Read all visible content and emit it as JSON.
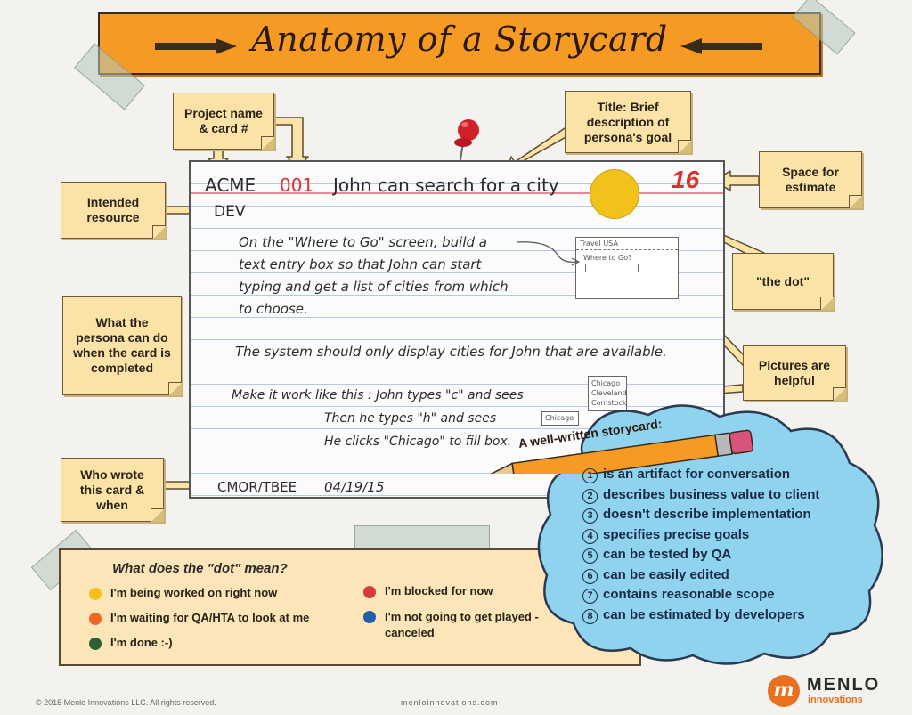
{
  "banner": {
    "title": "Anatomy of a Storycard"
  },
  "notes": {
    "project": "Project name & card #",
    "title": "Title: Brief description of persona's goal",
    "estimate_space": "Space for estimate",
    "resource": "Intended resource",
    "dot": "\"the dot\"",
    "persona": "What the persona can do when the card is completed",
    "pictures": "Pictures are helpful",
    "who": "Who wrote this card & when"
  },
  "card": {
    "project": "ACME",
    "number": "001",
    "title": "John can search for a city",
    "estimate": "16",
    "resource": "DEV",
    "body_lines": [
      "On the \"Where to Go\" screen, build a",
      "text entry box so that John can start",
      "typing and get a list of cities from which",
      "to choose."
    ],
    "line2": "The system should only display cities for John that are available.",
    "line3": "Make it work like this : John types \"c\" and sees",
    "line4": "Then he types \"h\" and sees",
    "line5": "He clicks \"Chicago\" to fill box.",
    "author": "CMOR/TBEE",
    "date": "04/19/15",
    "sketch1": {
      "title": "Travel USA",
      "label": "Where to Go?"
    },
    "sketch2": {
      "items": [
        "Chicago",
        "Cleveland",
        "Comstock"
      ]
    },
    "sketch3": {
      "item": "Chicago"
    }
  },
  "legend": {
    "title": "What does the \"dot\" mean?",
    "items": [
      {
        "label": "I'm being worked on right now",
        "color": "#f2c21b"
      },
      {
        "label": "I'm waiting for QA/HTA to look at me",
        "color": "#ee6a22"
      },
      {
        "label": "I'm done :-)",
        "color": "#2e5e36"
      },
      {
        "label": "I'm blocked for now",
        "color": "#d63a3a"
      },
      {
        "label": "I'm not going to get played - canceled",
        "color": "#2060a8"
      }
    ]
  },
  "cloud": {
    "pencil_label": "A well-written storycard:",
    "items": [
      {
        "n": "1",
        "text": "is an artifact for conversation"
      },
      {
        "n": "2",
        "text": "describes business value to client"
      },
      {
        "n": "3",
        "text": "doesn't describe implementation"
      },
      {
        "n": "4",
        "text": "specifies precise goals"
      },
      {
        "n": "5",
        "text": "can be tested by QA"
      },
      {
        "n": "6",
        "text": "can be easily edited"
      },
      {
        "n": "7",
        "text": "contains reasonable scope"
      },
      {
        "n": "8",
        "text": "can be estimated by developers"
      }
    ]
  },
  "footer": {
    "copyright": "© 2015 Menlo Innovations LLC. All rights reserved.",
    "url": "menloinnovations.com",
    "logo_letter": "m",
    "logo_name": "MENLO",
    "logo_sub": "innovations"
  },
  "colors": {
    "banner": "#f59a23",
    "note": "#fbe3a8",
    "estimate": "#e0302e",
    "card_number": "#e0302e",
    "cloud": "#8fd3ee",
    "dot": "#f2c21b"
  }
}
